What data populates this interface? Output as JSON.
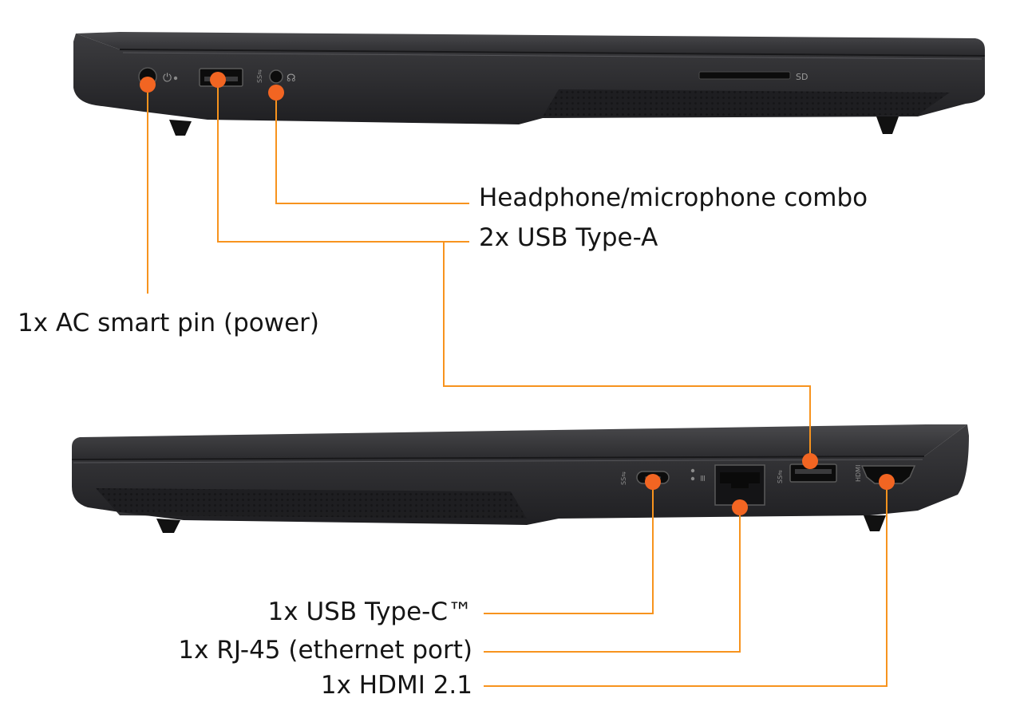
{
  "laptop_left_side": {
    "sd_slot_label": "SD",
    "callouts": [
      {
        "id": "headphone",
        "label": "Headphone/microphone combo"
      },
      {
        "id": "usb-a",
        "label": "2x USB Type-A"
      },
      {
        "id": "ac-pin",
        "label": "1x AC smart pin (power)"
      }
    ]
  },
  "laptop_right_side": {
    "callouts": [
      {
        "id": "usb-c",
        "label": "1x USB Type-C™"
      },
      {
        "id": "rj45",
        "label": "1x RJ-45 (ethernet port)"
      },
      {
        "id": "hdmi",
        "label": "1x HDMI 2.1"
      }
    ]
  },
  "colors": {
    "callout_line": "#f7931e",
    "marker_dot": "#f26522",
    "chassis_dark": "#2a2a2c",
    "chassis_mid": "#3c3c3f",
    "port_black": "#0c0c0c"
  }
}
